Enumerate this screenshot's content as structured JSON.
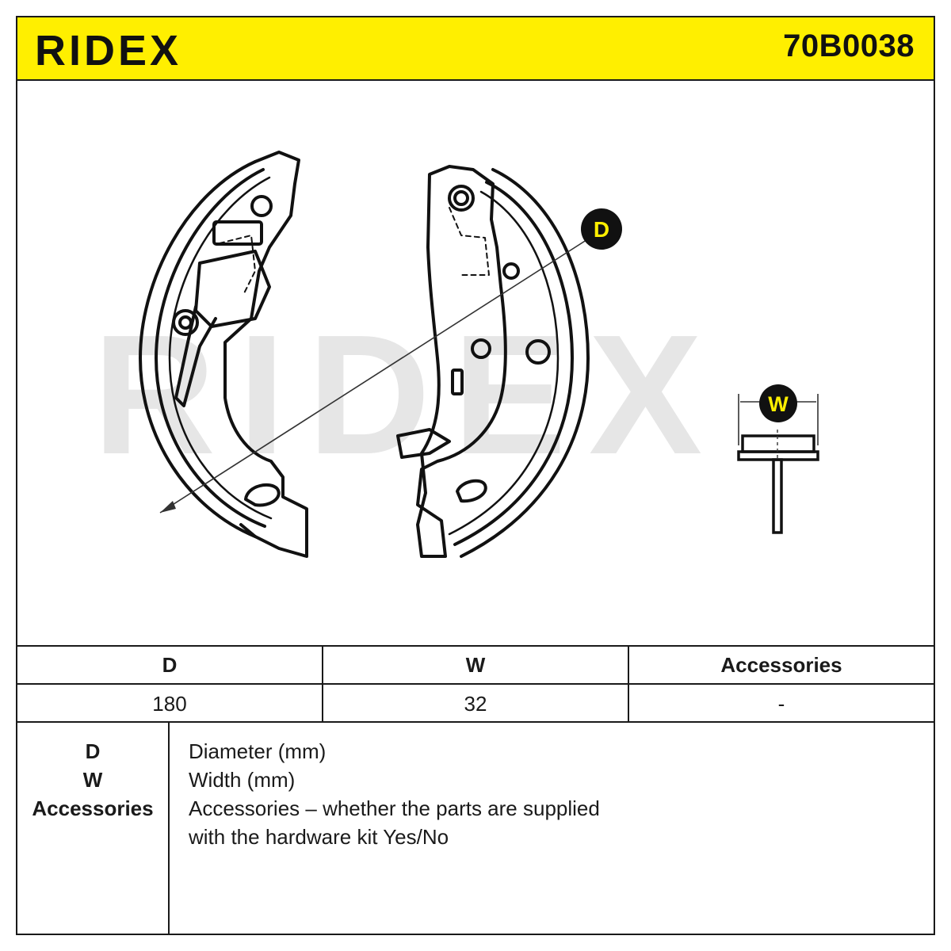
{
  "header": {
    "brand": "RIDEX",
    "part_number": "70B0038",
    "accent_color": "#ffef00"
  },
  "drawing": {
    "watermark": "RIDEX",
    "dimension_labels": {
      "diameter": "D",
      "width": "W"
    },
    "badge_color": "#ffef00",
    "watermark_color": "#e6e6e6"
  },
  "spec_table": {
    "headers": [
      "D",
      "W",
      "Accessories"
    ],
    "values": [
      "180",
      "32",
      "-"
    ]
  },
  "legend": {
    "keys": [
      "D",
      "W",
      "Accessories"
    ],
    "lines": [
      "Diameter (mm)",
      "Width (mm)",
      "Accessories – whether the parts are supplied",
      "with the hardware kit Yes/No"
    ]
  }
}
